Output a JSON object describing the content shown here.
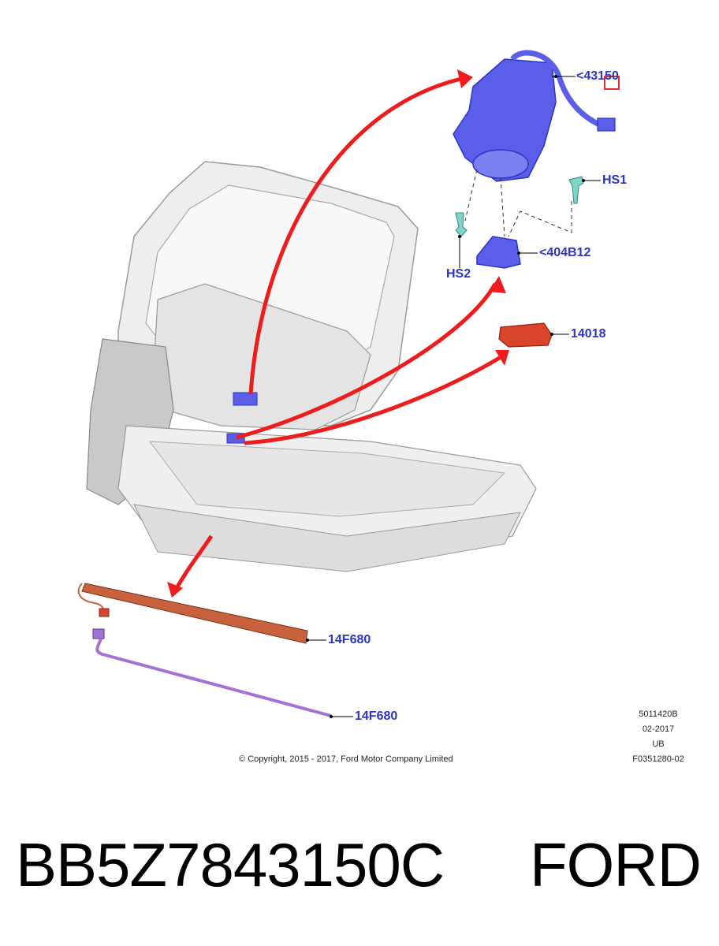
{
  "diagram": {
    "callouts": {
      "c43150": "<43150",
      "hs1": "HS1",
      "c404b12": "<404B12",
      "hs2": "HS2",
      "c14018": "14018",
      "c14f680_a": "14F680",
      "c14f680_b": "14F680"
    },
    "meta": {
      "line1": "5011420B",
      "line2": "02-2017",
      "line3": "UB",
      "line4": "F0351280-02"
    },
    "copyright": "© Copyright, 2015 - 2017, Ford Motor Company Limited"
  },
  "footer": {
    "part_number": "BB5Z7843150C",
    "brand": "FORD"
  },
  "colors": {
    "callout": "#2b35c6",
    "arrow": "#ee1c1c",
    "part_blue": "#5a5ee8",
    "part_red": "#d9442a",
    "part_teal": "#7fd3c8",
    "strip_brown": "#c8623e",
    "cable_purple": "#a472d6"
  }
}
